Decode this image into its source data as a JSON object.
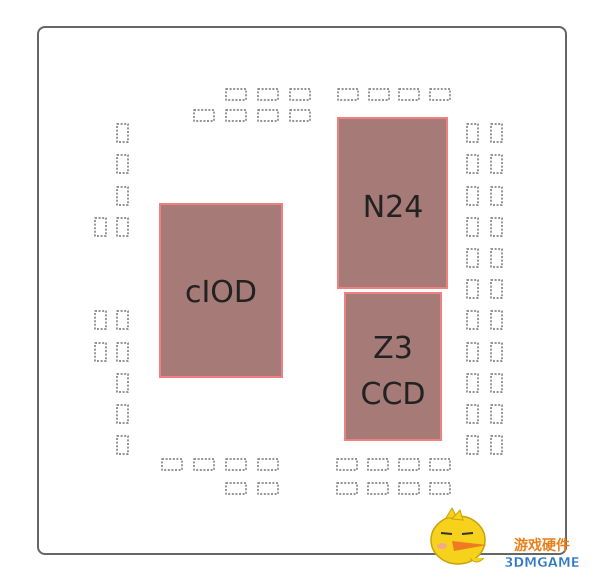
{
  "diagram": {
    "colors": {
      "substrate_border": "#666666",
      "die_fill": "#a57a77",
      "die_border": "#f08080",
      "capacitor_border": "#555555",
      "label": "#222222"
    },
    "dies": {
      "ciod": {
        "label": "cIOD"
      },
      "n24": {
        "label": "N24"
      },
      "z3ccd": {
        "line1": "Z3",
        "line2": "CCD"
      }
    },
    "watermark": {
      "line1": "游戏硬件",
      "line2": "3DMGAME",
      "icon": "chick-mascot-icon"
    }
  }
}
